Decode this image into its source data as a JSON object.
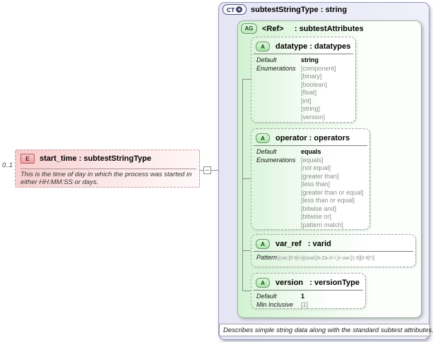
{
  "palette": {
    "complex_type_fill": "#e5e5f5",
    "attribute_group_green": "#d2f2d2",
    "attribute_green": "#dcf5dc",
    "element_pink": "#f7cbcb",
    "enum_gray": "#8f8f8f",
    "connector_gray": "#8c8c8c"
  },
  "element": {
    "cardinality": "0..1",
    "icon": "E",
    "title": "start_time : subtestStringType",
    "description": "This is the time of day in which the process was started in either HH:MM:SS or days."
  },
  "complex_type": {
    "icon": "CT",
    "icon_plus": "+",
    "title": "subtestStringType : string",
    "footer": "Describes simple string data along with the standard subtest attributes.",
    "attribute_group": {
      "icon": "AG",
      "title": "<Ref>     : subtestAttributes",
      "attributes": [
        {
          "icon": "A",
          "title": "datatype : datatypes",
          "facets": [
            {
              "label": "Default",
              "value": "string",
              "style": "bold"
            },
            {
              "label": "Enumerations",
              "value": "[component]",
              "style": "gray"
            },
            {
              "label": "",
              "value": "[binary]",
              "style": "gray"
            },
            {
              "label": "",
              "value": "[boolean]",
              "style": "gray"
            },
            {
              "label": "",
              "value": "[float]",
              "style": "gray"
            },
            {
              "label": "",
              "value": "[int]",
              "style": "gray"
            },
            {
              "label": "",
              "value": "[string]",
              "style": "gray"
            },
            {
              "label": "",
              "value": "[version]",
              "style": "gray"
            }
          ]
        },
        {
          "icon": "A",
          "title": "operator : operators",
          "facets": [
            {
              "label": "Default",
              "value": "equals",
              "style": "bold"
            },
            {
              "label": "Enumerations",
              "value": "[equals]",
              "style": "gray"
            },
            {
              "label": "",
              "value": "[not equal]",
              "style": "gray"
            },
            {
              "label": "",
              "value": "[greater than]",
              "style": "gray"
            },
            {
              "label": "",
              "value": "[less than]",
              "style": "gray"
            },
            {
              "label": "",
              "value": "[greater than or equal]",
              "style": "gray"
            },
            {
              "label": "",
              "value": "[less than or equal]",
              "style": "gray"
            },
            {
              "label": "",
              "value": "[bitwise and]",
              "style": "gray"
            },
            {
              "label": "",
              "value": "[bitwise or]",
              "style": "gray"
            },
            {
              "label": "",
              "value": "[pattern match]",
              "style": "gray"
            }
          ]
        },
        {
          "icon": "A",
          "title": "var_ref   : varid",
          "facets": [
            {
              "label": "Pattern",
              "value": "[(var:[0-9]+)|(oval:[A-Za-z\\-\\.]+:var:[1-9][0-9]*)]",
              "style": "gray-small"
            }
          ]
        },
        {
          "icon": "A",
          "title": "version   : versionType",
          "facets": [
            {
              "label": "Default",
              "value": "1",
              "style": "bold"
            },
            {
              "label": "Min Inclusive",
              "value": "[1]",
              "style": "gray"
            }
          ]
        }
      ]
    }
  }
}
